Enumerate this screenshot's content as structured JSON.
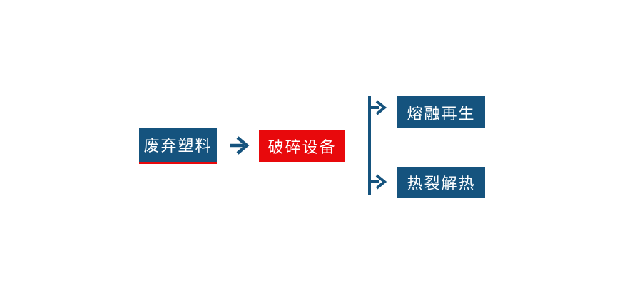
{
  "diagram": {
    "type": "flowchart",
    "background": "#ffffff",
    "colors": {
      "node_blue": "#15537E",
      "node_red": "#E8090C",
      "connector_blue": "#15537E",
      "text": "#ffffff",
      "source_underline_red": "#E8090C"
    },
    "nodes": {
      "source": {
        "label": "废弃塑料"
      },
      "process": {
        "label": "破碎设备"
      },
      "branch_top": {
        "label": "熔融再生"
      },
      "branch_bottom": {
        "label": "热裂解热"
      }
    },
    "edges": [
      {
        "from": "废弃塑料",
        "to": "破碎设备"
      },
      {
        "from": "破碎设备",
        "to": "熔融再生"
      },
      {
        "from": "破碎设备",
        "to": "热裂解热"
      }
    ],
    "icons": {
      "flow_arrow": "arrow-right-icon",
      "branch": "branch-fork-connector-icon"
    }
  }
}
